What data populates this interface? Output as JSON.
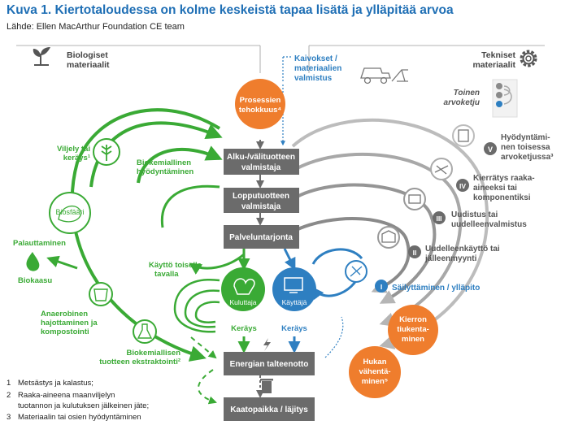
{
  "title": "Kuva 1. Kiertotaloudessa on kolme keskeistä tapaa lisätä ja ylläpitää arvoa",
  "source": "Lähde: Ellen MacArthur Foundation CE team",
  "headers": {
    "bio": [
      "Biologiset",
      "materiaalit"
    ],
    "tech": [
      "Tekniset",
      "materiaalit"
    ],
    "materials": [
      "Kaivokset /",
      "materiaalien",
      "valmistus"
    ],
    "process": [
      "Prosessien",
      "tehokkuus⁴"
    ],
    "second_chain": [
      "Toinen",
      "arvoketju"
    ]
  },
  "chain": {
    "b1": [
      "Alku-/välituotteen",
      "valmistaja"
    ],
    "b2": [
      "Lopputuotteen",
      "valmistaja"
    ],
    "b3": "Palveluntarjonta",
    "b4": "Energian talteenotto",
    "b5": "Kaatopaikka / läjitys"
  },
  "users": {
    "consumer": "Kuluttaja",
    "user": "Käyttäjä"
  },
  "collect": {
    "left": "Keräys",
    "right": "Keräys"
  },
  "bio_labels": {
    "cultivation": [
      "Viljely tai",
      "keräys¹"
    ],
    "biosphere": "Biosfääri",
    "restore": "Palauttaminen",
    "biogas": "Biokaasu",
    "anaerobic": [
      "Anaerobinen",
      "hajottaminen ja",
      "kompostointi"
    ],
    "extraction": [
      "Biokemiallisen",
      "tuotteen ekstraktointi²"
    ],
    "biochem": [
      "Biokemiallinen",
      "hyödyntäminen"
    ],
    "cascade": [
      "Käyttö toisella",
      "tavalla"
    ]
  },
  "tech_loops": {
    "v_numeral": "V",
    "v_label": [
      "Hyödyntämi-",
      "nen toisessa",
      "arvoketjussa³"
    ],
    "iv_numeral": "IV",
    "iv_label": [
      "Kierrätys raaka-",
      "aineeksi tai",
      "komponentiksi"
    ],
    "iii_numeral": "III",
    "iii_label": [
      "Uudistus tai",
      "uudelleenvalmistus"
    ],
    "ii_numeral": "II",
    "ii_label": [
      "Uudelleenkäyttö tai",
      "jälleenmyynti"
    ],
    "i_numeral": "I",
    "i_label": "Säilyttäminen / ylläpito"
  },
  "orange": {
    "closing": [
      "Kierron",
      "tiukenta-",
      "minen"
    ],
    "reduce": [
      "Hukan",
      "vähentä-",
      "minen⁵"
    ]
  },
  "footnotes": [
    {
      "n": "1",
      "lines": [
        "Metsästys ja kalastus;"
      ]
    },
    {
      "n": "2",
      "lines": [
        "Raaka-aineena maanviljelyn",
        "tuotannon ja kulutuksen jälkeinen jäte;"
      ]
    },
    {
      "n": "3",
      "lines": [
        "Materiaalin tai osien hyödyntäminen"
      ]
    }
  ],
  "colors": {
    "title": "#1f6fb5",
    "green": "#3aaa35",
    "blue": "#2e7fc1",
    "grey": "#6f6f6f",
    "light_grey": "#bdbdbd",
    "orange": "#ef7d2d",
    "box": "#6b6b6b"
  }
}
